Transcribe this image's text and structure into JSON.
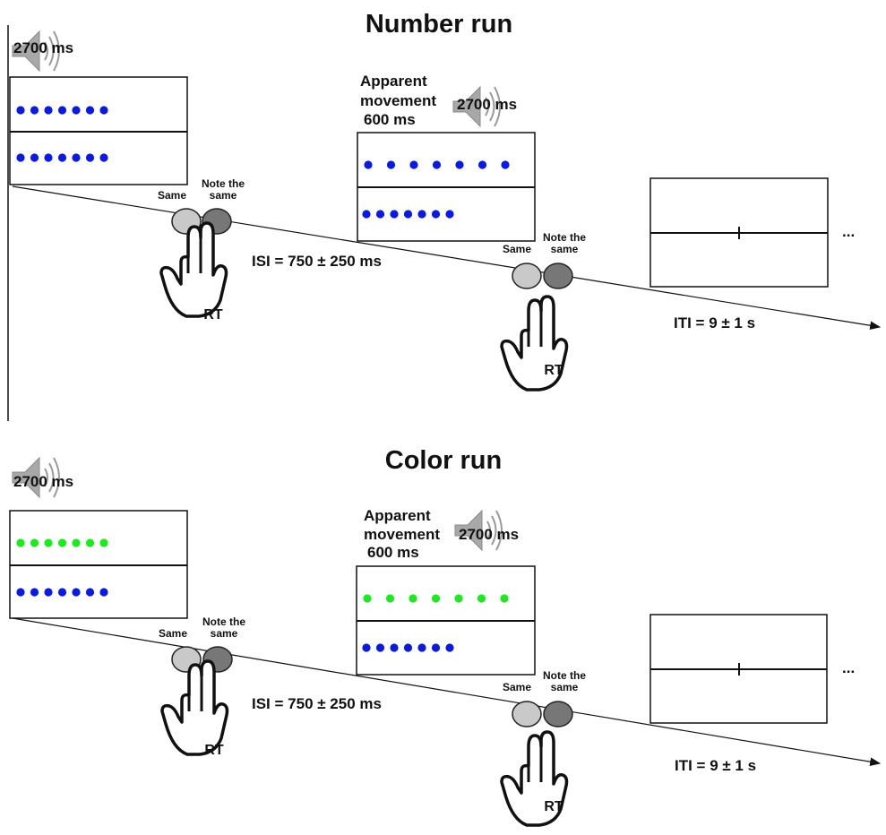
{
  "colors": {
    "dot_blue": "#0a1adf",
    "dot_green": "#1ee81e",
    "button_same": "#c9c9c9",
    "button_not_same": "#777777"
  },
  "icons": [
    "speaker-icon",
    "hand-icon",
    "response-button-icon",
    "arrow-icon"
  ],
  "runs": [
    {
      "title": "Number run",
      "sound_1": "2700 ms",
      "sound_2": "2700 ms",
      "apparent_line1": "Apparent",
      "apparent_line2": "movement",
      "apparent_line3": "600 ms",
      "same_label": "Same",
      "not_same_line1": "Note the",
      "not_same_line2": "same",
      "rt_label": "RT",
      "isi_label": "ISI = 750 ± 250 ms",
      "iti_label": "ITI = 9 ± 1 s",
      "ellipsis": "...",
      "dots": {
        "stim1_top": "blue",
        "stim1_bottom": "blue",
        "stim2_top": "blue",
        "stim2_bottom": "blue",
        "count": 7
      }
    },
    {
      "title": "Color run",
      "sound_1": "2700 ms",
      "sound_2": "2700 ms",
      "apparent_line1": "Apparent",
      "apparent_line2": "movement",
      "apparent_line3": "600 ms",
      "same_label": "Same",
      "not_same_line1": "Note the",
      "not_same_line2": "same",
      "rt_label": "RT",
      "isi_label": "ISI = 750 ± 250 ms",
      "iti_label": "ITI = 9 ± 1 s",
      "ellipsis": "...",
      "dots": {
        "stim1_top": "green",
        "stim1_bottom": "blue",
        "stim2_top": "green",
        "stim2_bottom": "blue",
        "count": 7
      }
    }
  ]
}
